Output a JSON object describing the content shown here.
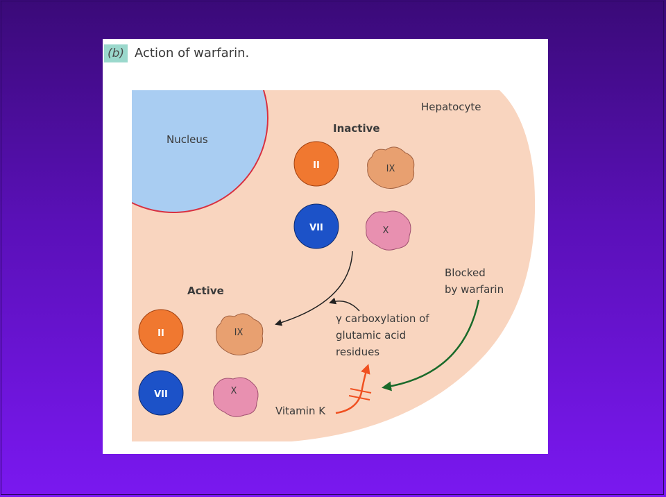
{
  "panel": {
    "label": "(b)",
    "title": "Action of warfarin."
  },
  "cell": {
    "name": "Hepatocyte",
    "nucleus_label": "Nucleus"
  },
  "groups": {
    "inactive_label": "Inactive",
    "active_label": "Active"
  },
  "factors": {
    "ii": "II",
    "vii": "VII",
    "ix": "IX",
    "x": "X"
  },
  "annotations": {
    "gamma_line1": "γ carboxylation of",
    "gamma_line2": "glutamic acid",
    "gamma_line3": "residues",
    "blocked_line1": "Blocked",
    "blocked_line2": "by warfarin",
    "vitamin_k": "Vitamin K"
  },
  "colors": {
    "background_top": "#3a0a78",
    "background_bottom": "#7a18f0",
    "cell_fill": "#f9d5bf",
    "nucleus_fill": "#a9cdf2",
    "nucleus_border": "#d83040",
    "factor_ii": "#f07830",
    "factor_vii": "#1c52c8",
    "factor_ix": "#e8a070",
    "factor_x": "#e890b0",
    "vitamin_k_arrow": "#f05020",
    "warfarin_arrow": "#1a6a2a"
  }
}
